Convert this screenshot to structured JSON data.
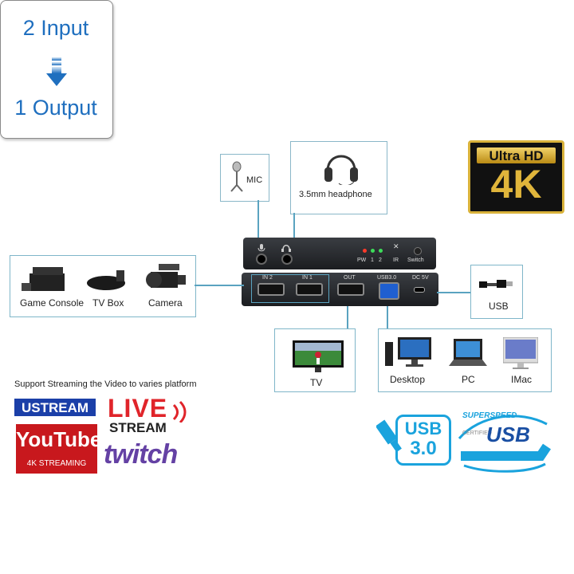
{
  "io_box": {
    "input_label": "2 Input",
    "output_label": "1 Output"
  },
  "mic": {
    "label": "MIC"
  },
  "headphone": {
    "label": "3.5mm headphone"
  },
  "badge_4k": {
    "top": "Ultra HD",
    "bottom": "4K"
  },
  "device": {
    "top_labels": {
      "pw": "PW",
      "one": "1",
      "two": "2",
      "ir": "IR",
      "switch": "Switch"
    },
    "front_labels": {
      "in2": "IN 2",
      "in1": "IN 1",
      "out": "OUT",
      "usb": "USB3.0",
      "dc": "DC 5V"
    }
  },
  "inputs_box": {
    "items": [
      {
        "label": "Game Console"
      },
      {
        "label": "TV Box"
      },
      {
        "label": "Camera"
      }
    ]
  },
  "usb_box": {
    "label": "USB"
  },
  "tv_box": {
    "label": "TV"
  },
  "pc_box": {
    "items": [
      {
        "label": "Desktop"
      },
      {
        "label": "PC"
      },
      {
        "label": "IMac"
      }
    ]
  },
  "streaming": {
    "caption": "Support Streaming the Video to varies platform",
    "ustream": "USTREAM",
    "live": "LIVE",
    "stream": "STREAM",
    "youtube": "YouTube",
    "youtube_sub": "4K STREAMING",
    "twitch": "twitch"
  },
  "usb30_logo": {
    "line1": "USB",
    "line2": "3.0"
  },
  "superspeed_logo": {
    "top": "SUPERSPEED",
    "certified": "CERTIFIED",
    "usb": "USB"
  },
  "colors": {
    "accent_line": "#5aa3c0",
    "io_text": "#1f6fbf",
    "gold": "#d9b23a",
    "usb_blue": "#1aa3dd"
  }
}
